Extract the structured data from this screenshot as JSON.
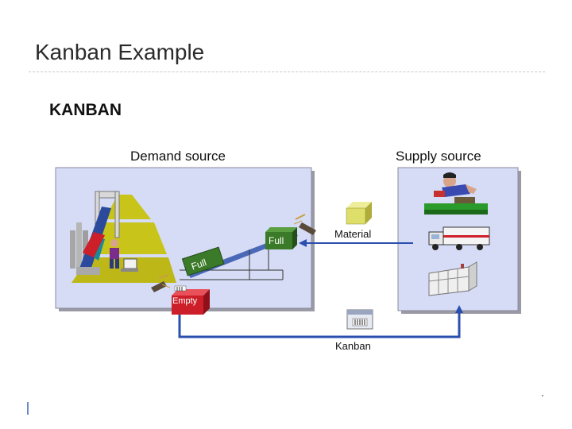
{
  "slide": {
    "title": "Kanban Example"
  },
  "diagram": {
    "heading": "KANBAN",
    "demand_source_label": "Demand source",
    "supply_source_label": "Supply source",
    "material_label": "Material",
    "kanban_label": "Kanban",
    "card_full_top": "Full",
    "card_full_ramp": "Full",
    "card_empty": "Empty",
    "colors": {
      "panel_fill": "#d6dcf5",
      "panel_border": "#8a8a9a",
      "flow_line": "#2a4fae",
      "card_green": "#3b7a28",
      "card_red": "#cc1f2a",
      "pyramid_yellow": "#c9c41a",
      "box_yellow": "#dede6a"
    }
  }
}
